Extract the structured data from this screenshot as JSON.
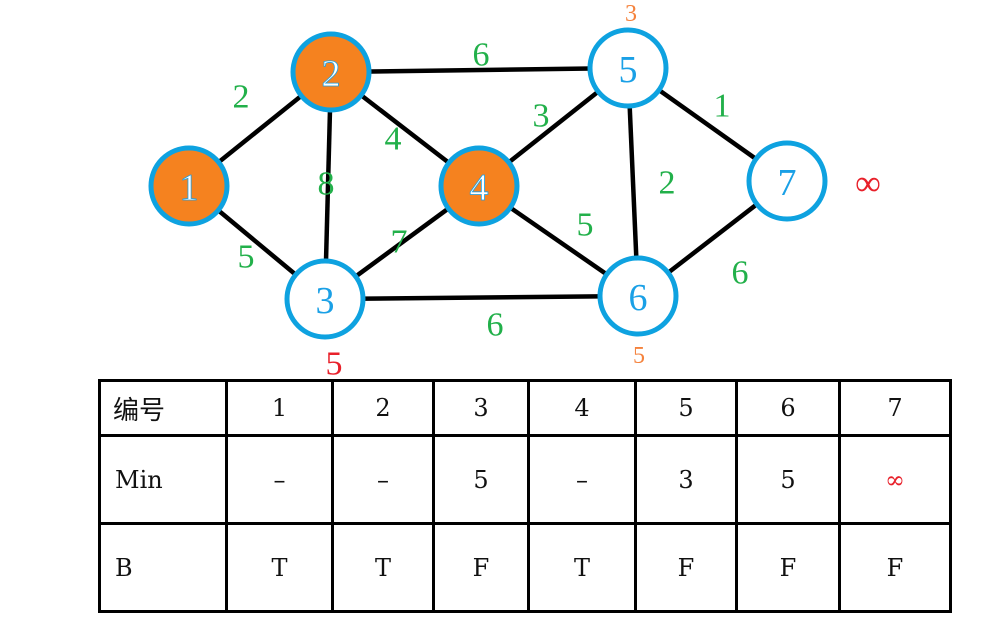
{
  "diagram": {
    "title": "",
    "colors": {
      "visited_fill": "#f5821f",
      "unvisited_fill": "#ffffff",
      "node_stroke": "#0ea2e0",
      "node_text": "#1aa0e6",
      "edge": "#000000",
      "weight": "#22b04a",
      "distance_red": "#e8202a",
      "distance_orange": "#f5823c"
    },
    "nodes": [
      {
        "id": "1",
        "label": "1",
        "visited": true
      },
      {
        "id": "2",
        "label": "2",
        "visited": true
      },
      {
        "id": "3",
        "label": "3",
        "visited": false
      },
      {
        "id": "4",
        "label": "4",
        "visited": true
      },
      {
        "id": "5",
        "label": "5",
        "visited": false
      },
      {
        "id": "6",
        "label": "6",
        "visited": false
      },
      {
        "id": "7",
        "label": "7",
        "visited": false
      }
    ],
    "edges": [
      {
        "from": "1",
        "to": "2",
        "weight": "2"
      },
      {
        "from": "1",
        "to": "3",
        "weight": "5"
      },
      {
        "from": "2",
        "to": "3",
        "weight": "8"
      },
      {
        "from": "2",
        "to": "4",
        "weight": "4"
      },
      {
        "from": "2",
        "to": "5",
        "weight": "6"
      },
      {
        "from": "3",
        "to": "4",
        "weight": "7"
      },
      {
        "from": "3",
        "to": "6",
        "weight": "6"
      },
      {
        "from": "4",
        "to": "5",
        "weight": "3"
      },
      {
        "from": "4",
        "to": "6",
        "weight": "5"
      },
      {
        "from": "5",
        "to": "6",
        "weight": "2"
      },
      {
        "from": "5",
        "to": "7",
        "weight": "1"
      },
      {
        "from": "6",
        "to": "7",
        "weight": "6"
      }
    ],
    "distance_annotations": [
      {
        "node": "5",
        "value": "3",
        "color": "orange"
      },
      {
        "node": "3",
        "value": "5",
        "color": "red"
      },
      {
        "node": "6",
        "value": "5",
        "color": "orange"
      },
      {
        "node": "7",
        "value": "∞",
        "color": "red"
      }
    ]
  },
  "table": {
    "header_label": "编号",
    "columns": [
      "1",
      "2",
      "3",
      "4",
      "5",
      "6",
      "7"
    ],
    "rows": [
      {
        "label": "Min",
        "values": [
          "–",
          "–",
          "5",
          "–",
          "3",
          "5",
          "∞"
        ]
      },
      {
        "label": "B",
        "values": [
          "T",
          "T",
          "F",
          "T",
          "F",
          "F",
          "F"
        ]
      }
    ]
  }
}
